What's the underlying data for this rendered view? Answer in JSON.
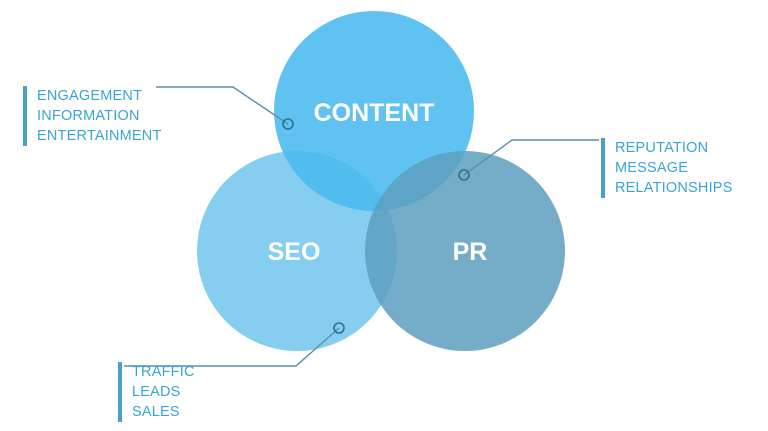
{
  "circles": {
    "content": {
      "label": "CONTENT",
      "color": "#4ab9ee"
    },
    "seo": {
      "label": "SEO",
      "color": "#7ccaee"
    },
    "pr": {
      "label": "PR",
      "color": "#5d9fbf"
    }
  },
  "callouts": {
    "content": [
      "ENGAGEMENT",
      "INFORMATION",
      "ENTERTAINMENT"
    ],
    "pr": [
      "REPUTATION",
      "MESSAGE",
      "RELATIONSHIPS"
    ],
    "seo": [
      "TRAFFIC",
      "LEADS",
      "SALES"
    ]
  },
  "colors": {
    "callout_text": "#3aa4d6",
    "callout_bar": "#4aa0c8",
    "connector": "#5a8fa8"
  }
}
